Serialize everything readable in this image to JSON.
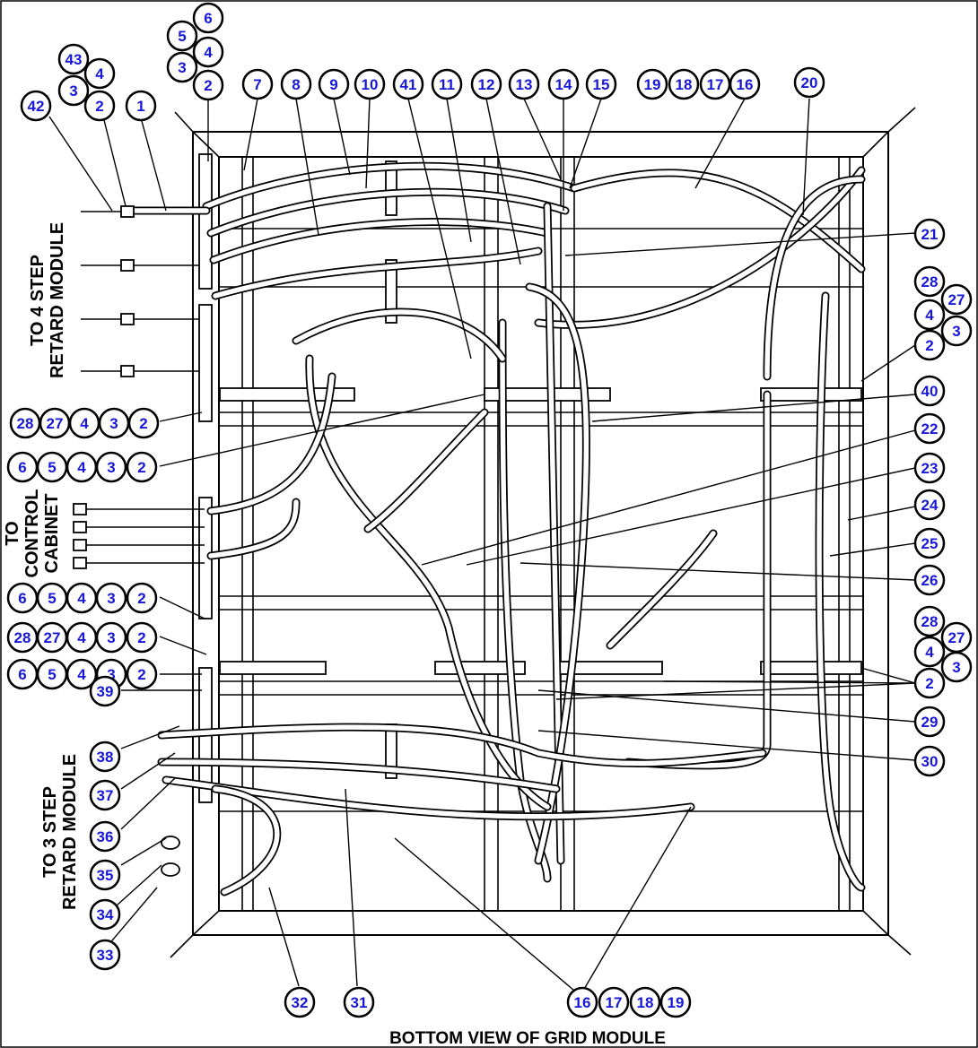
{
  "caption": "BOTTOM VIEW OF GRID MODULE",
  "side_labels": {
    "to_4_step": [
      "TO 4 STEP",
      "RETARD MODULE"
    ],
    "to_control": [
      "TO",
      "CONTROL",
      "CABINET"
    ],
    "to_3_step": [
      "TO 3 STEP",
      "RETARD MODULE"
    ]
  },
  "callouts": [
    "6",
    "5",
    "4",
    "3",
    "2",
    "43",
    "4",
    "3",
    "2",
    "42",
    "1",
    "7",
    "8",
    "9",
    "10",
    "41",
    "11",
    "12",
    "13",
    "14",
    "15",
    "19",
    "18",
    "17",
    "16",
    "20",
    "21",
    "28",
    "27",
    "4",
    "3",
    "2",
    "40",
    "22",
    "23",
    "24",
    "25",
    "26",
    "28",
    "27",
    "4",
    "3",
    "2",
    "6",
    "5",
    "4",
    "3",
    "2",
    "6",
    "5",
    "4",
    "3",
    "2",
    "28",
    "27",
    "4",
    "3",
    "2",
    "6",
    "5",
    "4",
    "3",
    "2",
    "28",
    "27",
    "4",
    "3",
    "2",
    "29",
    "30",
    "39",
    "38",
    "37",
    "36",
    "35",
    "34",
    "33",
    "32",
    "31",
    "16",
    "17",
    "18",
    "19"
  ]
}
